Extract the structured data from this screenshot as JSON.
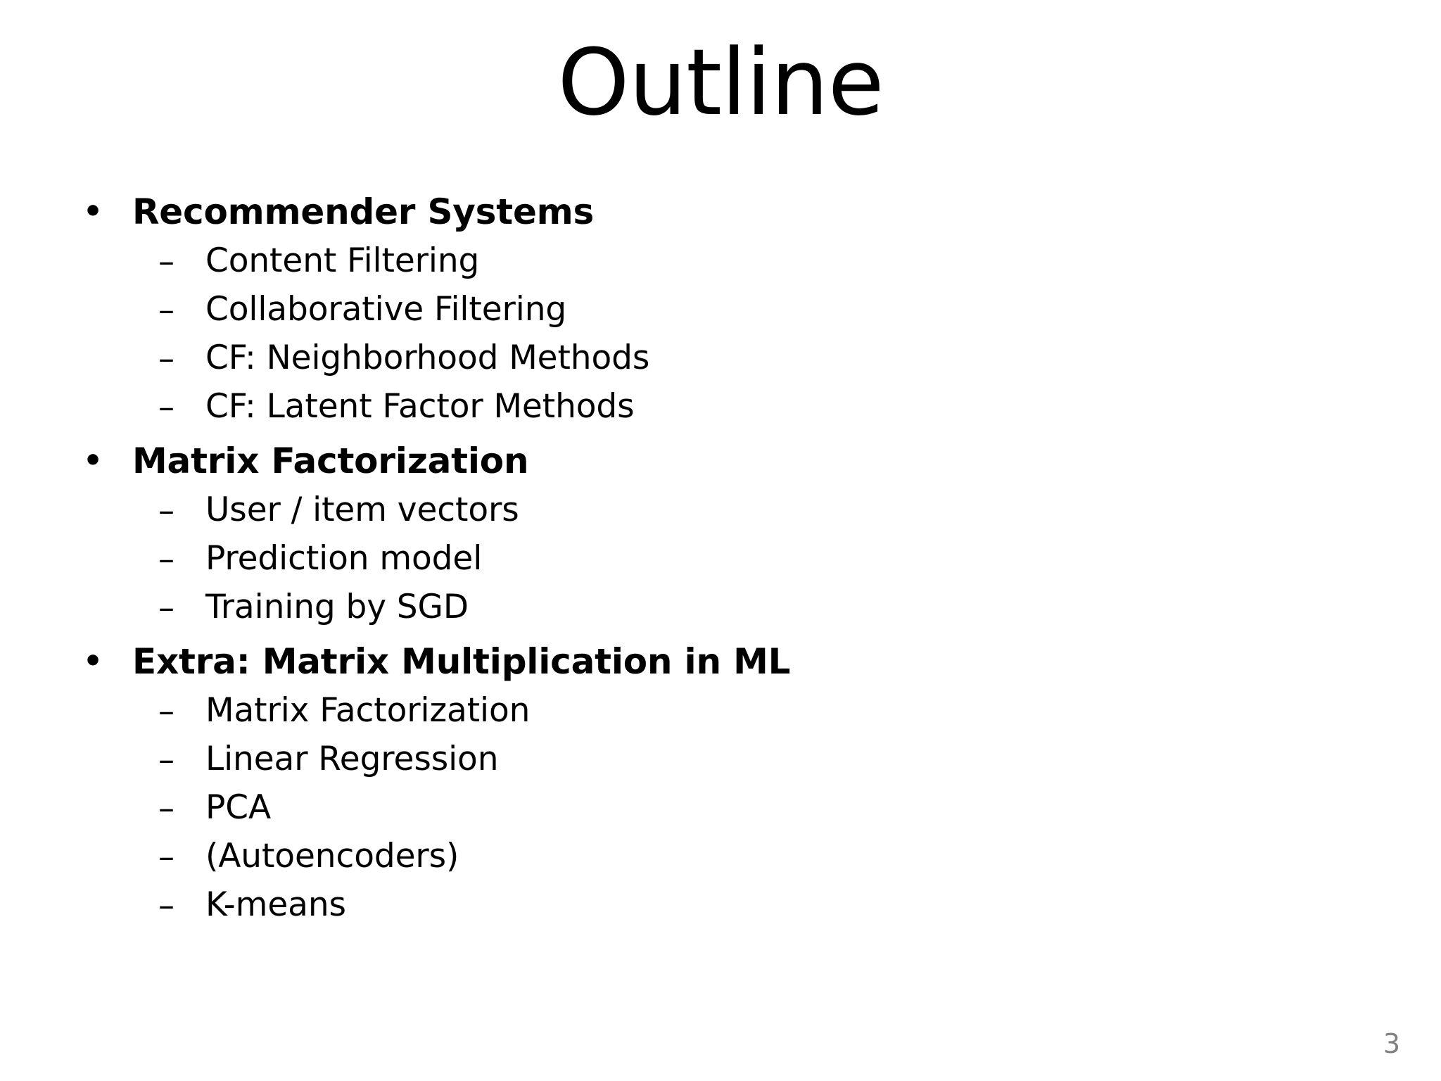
{
  "slide": {
    "title": "Outline",
    "background_color": "#ffffff",
    "text_color": "#000000",
    "page_number": "3",
    "page_number_color": "#808080",
    "bullet_level1_marker": "•",
    "bullet_level2_marker": "–",
    "outline": [
      {
        "label": "Recommender Systems",
        "children": [
          {
            "label": "Content Filtering"
          },
          {
            "label": "Collaborative Filtering"
          },
          {
            "label": "CF: Neighborhood Methods"
          },
          {
            "label": "CF: Latent Factor Methods"
          }
        ]
      },
      {
        "label": "Matrix Factorization",
        "children": [
          {
            "label": "User / item vectors"
          },
          {
            "label": "Prediction model"
          },
          {
            "label": "Training by SGD"
          }
        ]
      },
      {
        "label": "Extra: Matrix Multiplication in ML",
        "children": [
          {
            "label": "Matrix Factorization"
          },
          {
            "label": "Linear Regression"
          },
          {
            "label": "PCA"
          },
          {
            "label": "(Autoencoders)"
          },
          {
            "label": "K-means"
          }
        ]
      }
    ]
  }
}
